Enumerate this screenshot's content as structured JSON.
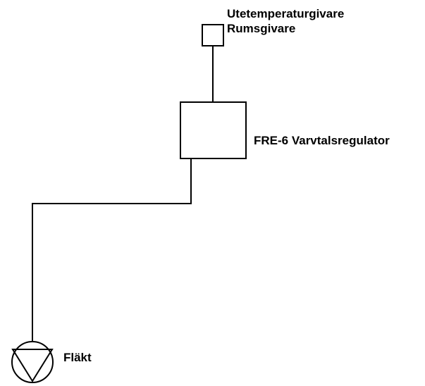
{
  "labels": {
    "sensor_line1": "Utetemperaturgivare",
    "sensor_line2": "Rumsgivare",
    "regulator": "FRE-6 Varvtalsregulator",
    "fan": "Fläkt"
  },
  "colors": {
    "stroke": "#000000",
    "background": "#ffffff"
  }
}
